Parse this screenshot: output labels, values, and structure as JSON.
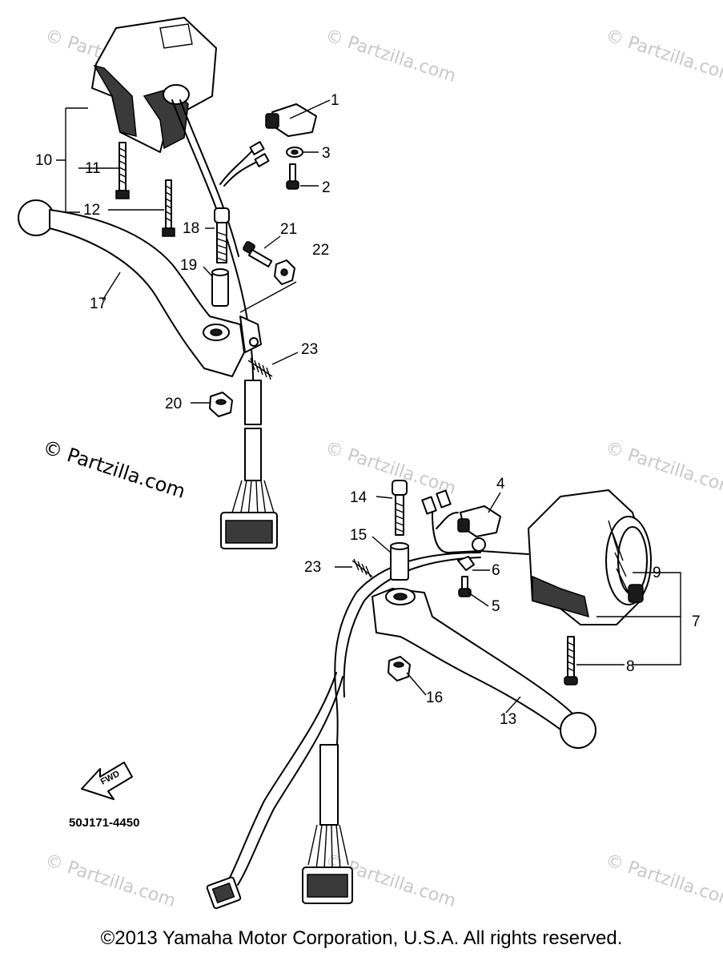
{
  "watermarks": {
    "small": "© Partzilla.com",
    "main": "© Partzilla.com"
  },
  "diagram_code": "50J171-4450",
  "fwd_label": "FWD",
  "copyright": "©2013 Yamaha Motor Corporation, U.S.A. All rights reserved.",
  "callouts": {
    "c1": "1",
    "c2": "2",
    "c3": "3",
    "c4": "4",
    "c5": "5",
    "c6": "6",
    "c7": "7",
    "c8": "8",
    "c9": "9",
    "c10": "10",
    "c11": "11",
    "c12": "12",
    "c13": "13",
    "c14": "14",
    "c15": "15",
    "c16": "16",
    "c17": "17",
    "c18": "18",
    "c19": "19",
    "c20": "20",
    "c21": "21",
    "c22": "22",
    "c23a": "23",
    "c23b": "23"
  }
}
